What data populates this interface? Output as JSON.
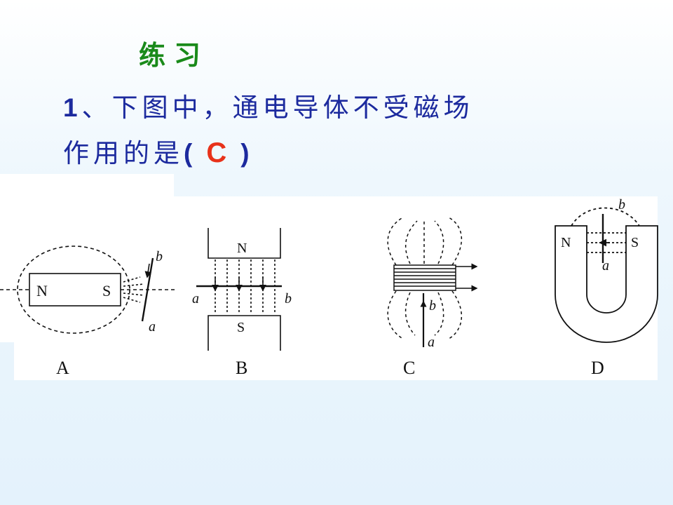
{
  "heading": "练习",
  "question": {
    "number": "1",
    "line1": "、下图中，通电导体不受磁场",
    "line2": "作用的是",
    "open_paren": "(",
    "answer": "C",
    "close_paren": ")"
  },
  "figures": {
    "A": {
      "caption": "A",
      "left_pole": "N",
      "right_pole": "S",
      "label_top": "b",
      "label_bottom": "a"
    },
    "B": {
      "caption": "B",
      "top_pole": "N",
      "bottom_pole": "S",
      "label_left": "a",
      "label_right": "b"
    },
    "C": {
      "caption": "C",
      "label_top": "b",
      "label_bottom": "a"
    },
    "D": {
      "caption": "D",
      "left_pole": "N",
      "right_pole": "S",
      "label_top": "b",
      "label_bottom": "a"
    }
  },
  "colors": {
    "heading": "#1a8a1a",
    "question": "#1c2a9e",
    "answer": "#e8321a"
  }
}
